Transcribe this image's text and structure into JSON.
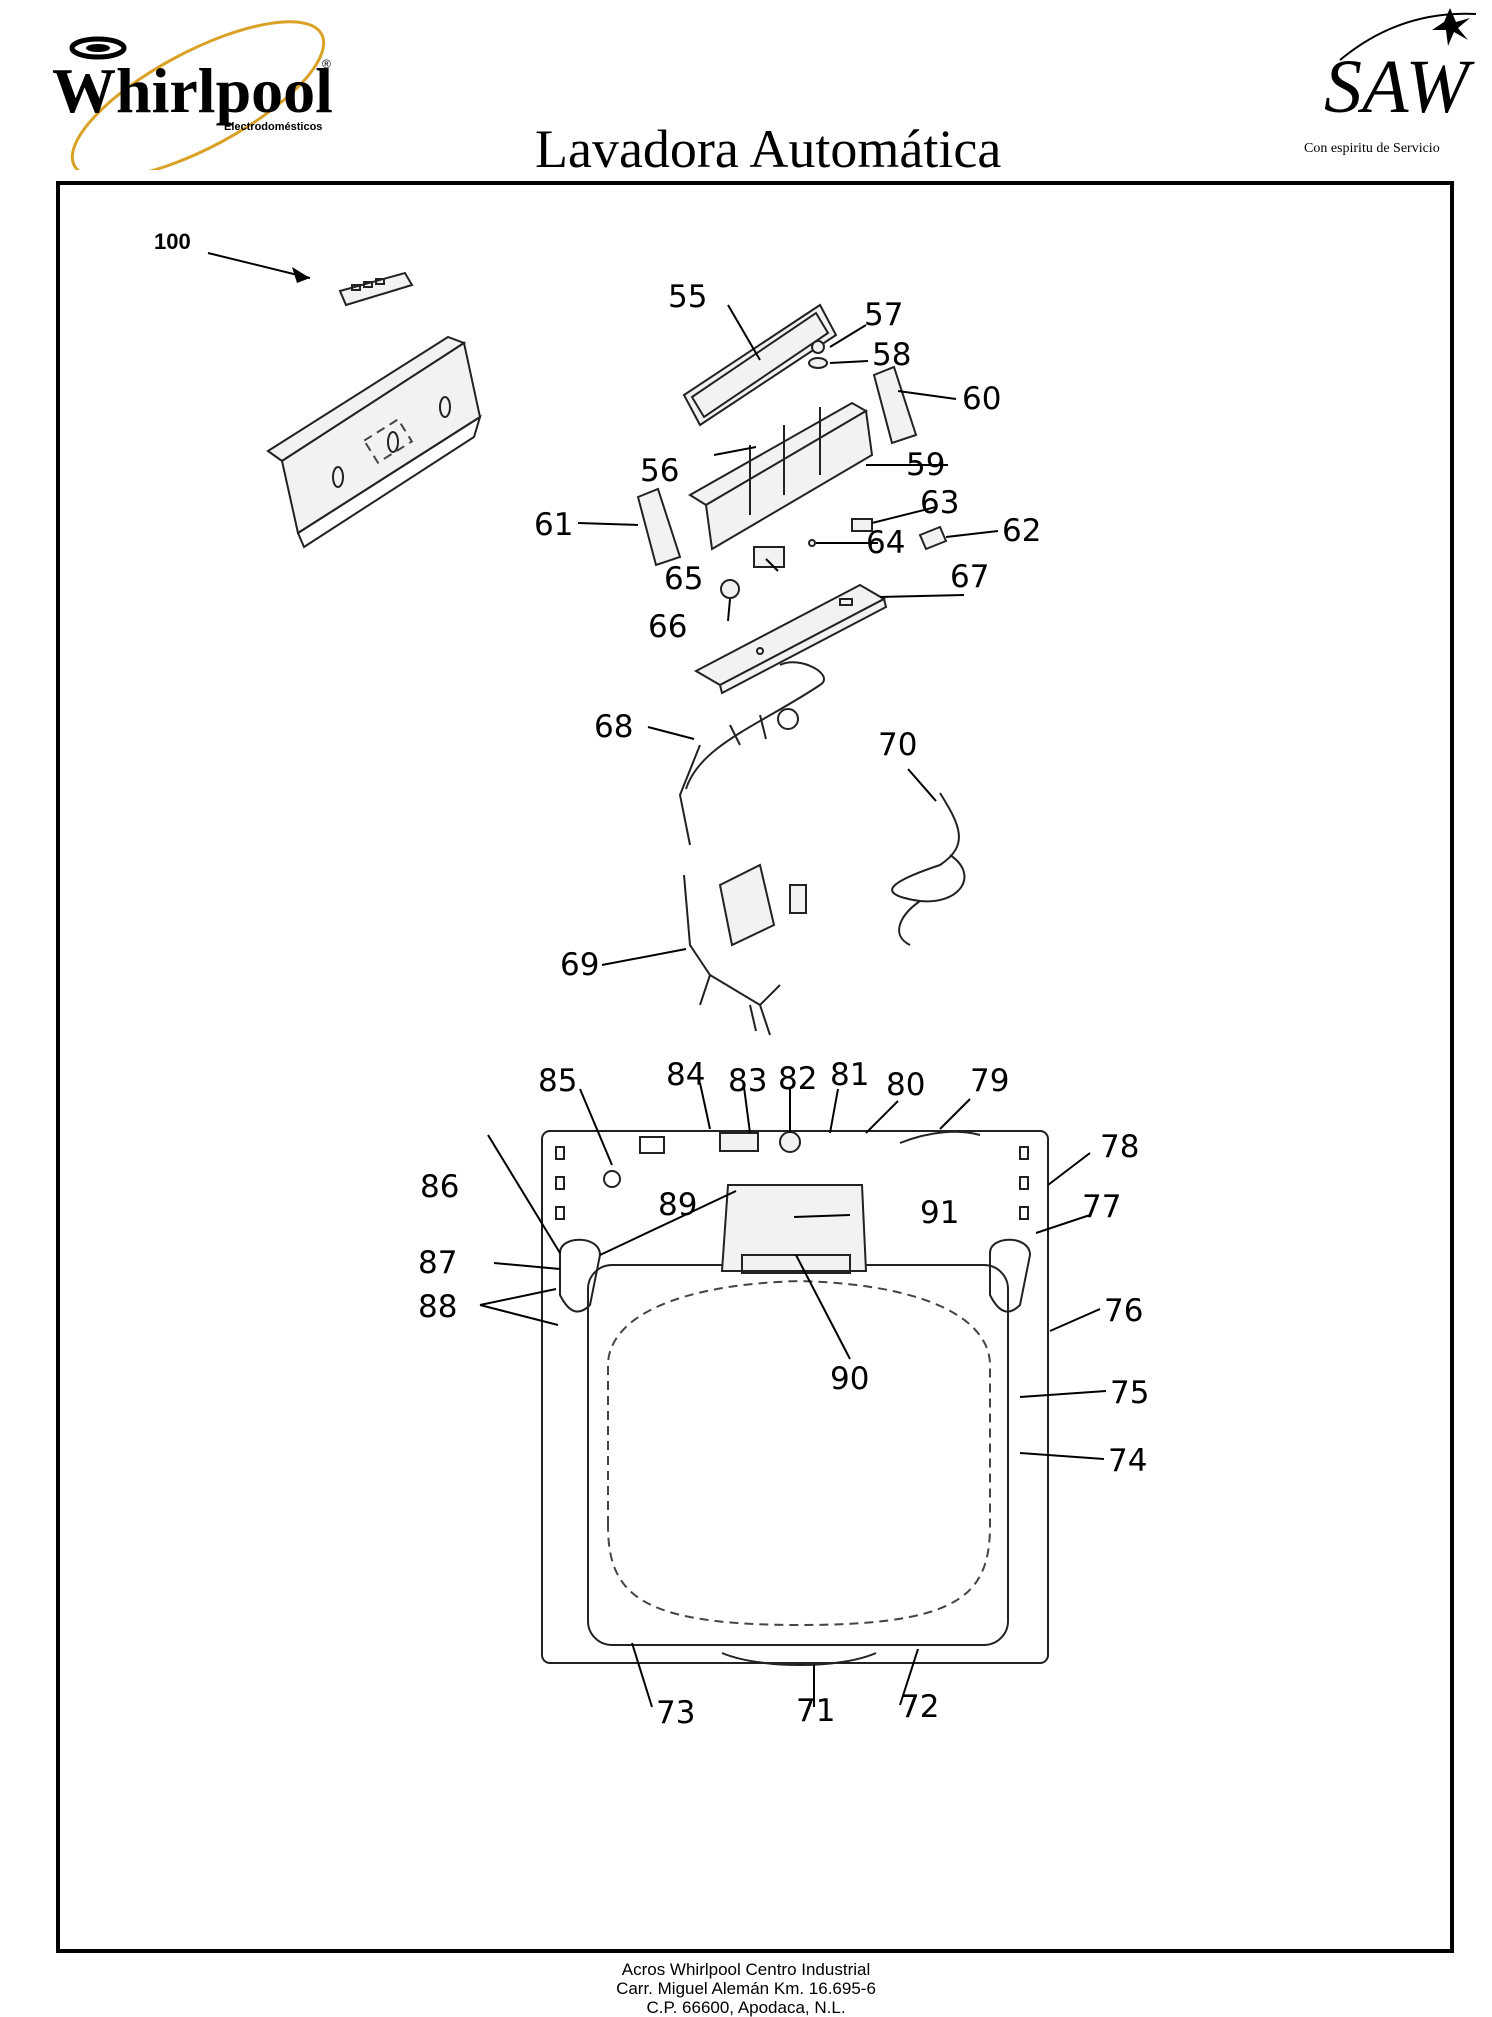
{
  "header": {
    "title": "Lavadora Automática",
    "brand_left": {
      "name": "Whirlpool",
      "sub": "Electrodomésticos",
      "mark": "®"
    },
    "brand_right": {
      "name": "SAW",
      "tagline": "Con espiritu de Servicio"
    }
  },
  "diagram": {
    "callouts": [
      {
        "id": "100",
        "text": "100"
      },
      {
        "id": "55",
        "text": "55"
      },
      {
        "id": "56",
        "text": "56"
      },
      {
        "id": "57",
        "text": "57"
      },
      {
        "id": "58",
        "text": "58"
      },
      {
        "id": "59",
        "text": "59"
      },
      {
        "id": "60",
        "text": "60"
      },
      {
        "id": "61",
        "text": "61"
      },
      {
        "id": "62",
        "text": "62"
      },
      {
        "id": "63",
        "text": "63"
      },
      {
        "id": "64",
        "text": "64"
      },
      {
        "id": "65",
        "text": "65"
      },
      {
        "id": "66",
        "text": "66"
      },
      {
        "id": "67",
        "text": "67"
      },
      {
        "id": "68",
        "text": "68"
      },
      {
        "id": "69",
        "text": "69"
      },
      {
        "id": "70",
        "text": "70"
      },
      {
        "id": "71",
        "text": "71"
      },
      {
        "id": "72",
        "text": "72"
      },
      {
        "id": "73",
        "text": "73"
      },
      {
        "id": "74",
        "text": "74"
      },
      {
        "id": "75",
        "text": "75"
      },
      {
        "id": "76",
        "text": "76"
      },
      {
        "id": "77",
        "text": "77"
      },
      {
        "id": "78",
        "text": "78"
      },
      {
        "id": "79",
        "text": "79"
      },
      {
        "id": "80",
        "text": "80"
      },
      {
        "id": "81",
        "text": "81"
      },
      {
        "id": "82",
        "text": "82"
      },
      {
        "id": "83",
        "text": "83"
      },
      {
        "id": "84",
        "text": "84"
      },
      {
        "id": "85",
        "text": "85"
      },
      {
        "id": "86",
        "text": "86"
      },
      {
        "id": "87",
        "text": "87"
      },
      {
        "id": "88",
        "text": "88"
      },
      {
        "id": "89",
        "text": "89"
      },
      {
        "id": "90",
        "text": "90"
      },
      {
        "id": "91",
        "text": "91"
      }
    ]
  },
  "footer": {
    "line1": "Acros Whirlpool Centro Industrial",
    "line2": "Carr. Miguel Alemán Km. 16.695-6",
    "line3": "C.P. 66600, Apodaca, N.L."
  }
}
